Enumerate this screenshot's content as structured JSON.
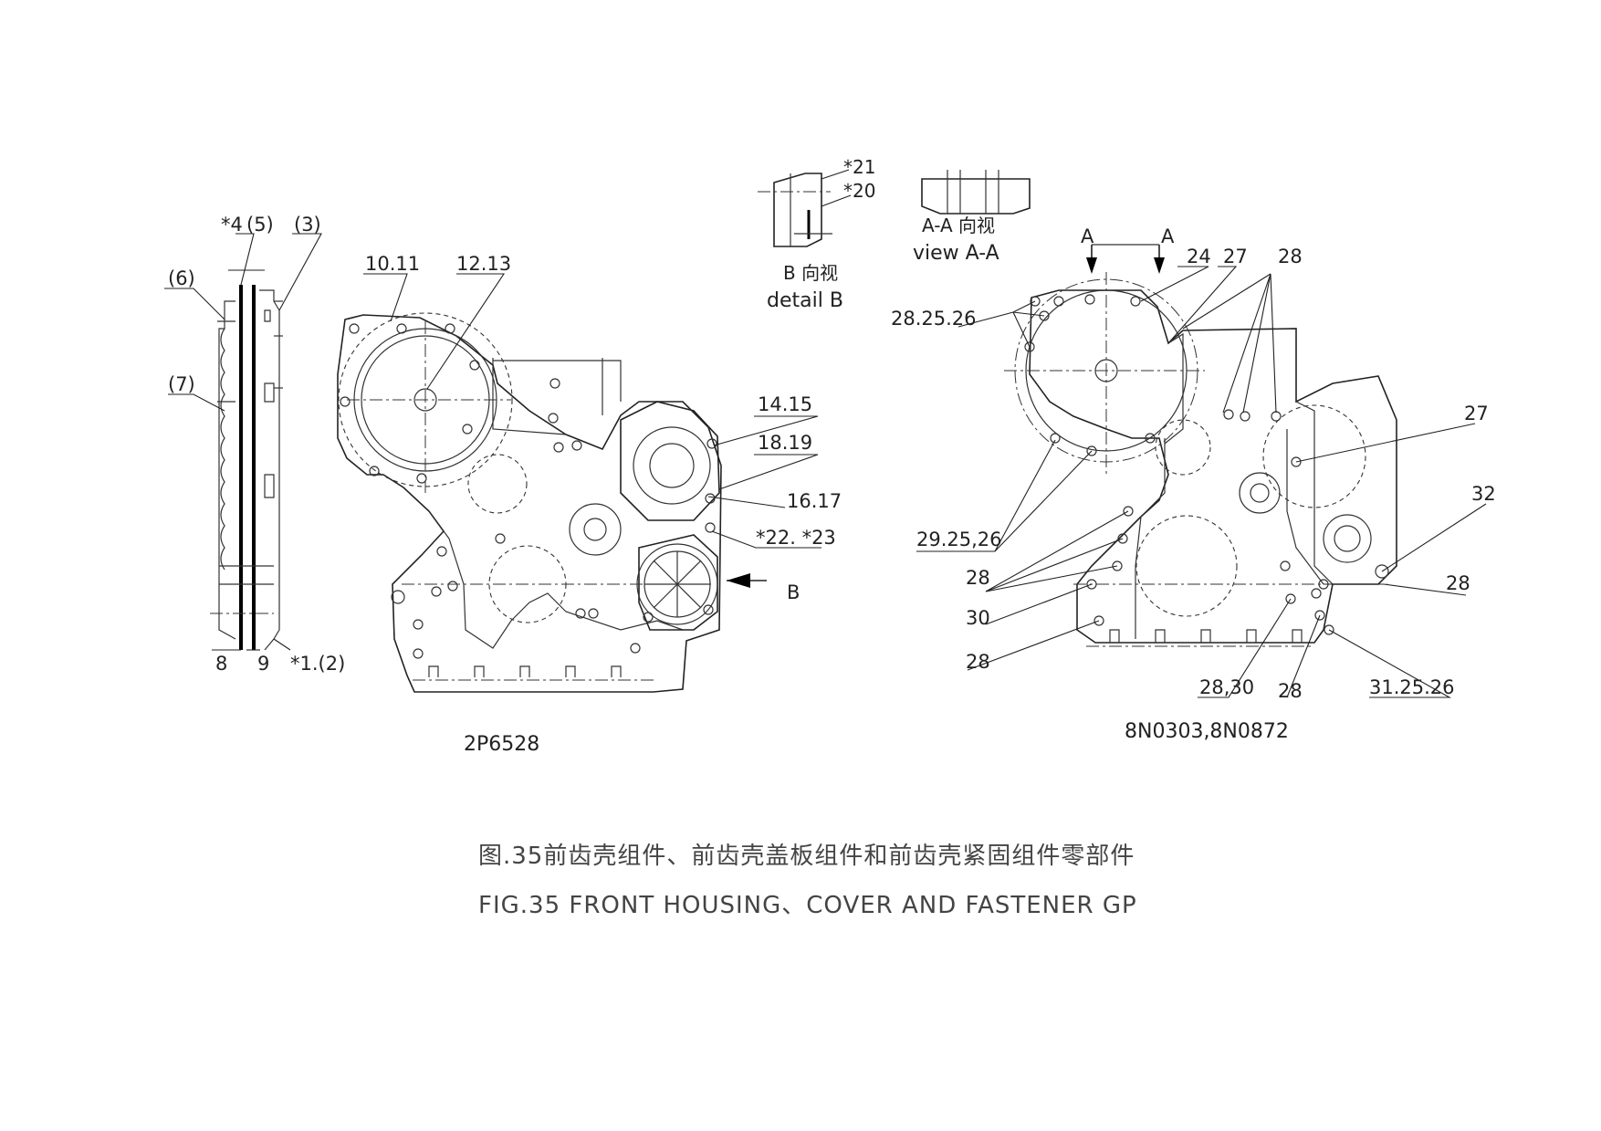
{
  "side_view": {
    "labels": {
      "star4": "*4",
      "p5": "(5)",
      "p3": "(3)",
      "p6": "(6)",
      "p7": "(7)",
      "n8": "8",
      "n9": "9",
      "star1_2": "*1.(2)"
    }
  },
  "front_view": {
    "labels": {
      "l10_11": "10.11",
      "l12_13": "12.13",
      "l14_15": "14.15",
      "l18_19": "18.19",
      "l16_17": "16.17",
      "l22_23": "*22. *23",
      "arrow_b": "B"
    },
    "part_number": "2P6528"
  },
  "detail_b": {
    "label_21": "*21",
    "label_20": "*20",
    "title_cn": "B 向视",
    "title_en": "detail  B"
  },
  "view_aa": {
    "title_cn": "A-A 向视",
    "title_en": "view  A-A"
  },
  "rear_view": {
    "labels": {
      "a_left": "A",
      "a_right": "A",
      "l24": "24",
      "l27_top": "27",
      "l28_top": "28",
      "l28_25_26": "28.25.26",
      "l27_right": "27",
      "l32": "32",
      "l29_25_26": "29.25,26",
      "l28_left": "28",
      "l30": "30",
      "l28_bottom_left": "28",
      "l28_right": "28",
      "l28_30": "28,30",
      "l28_bottom": "28",
      "l31_25_26": "31.25.26"
    },
    "part_number": "8N0303,8N0872"
  },
  "caption": {
    "title_cn": "图.35前齿壳组件、前齿壳盖板组件和前齿壳紧固组件零部件",
    "title_en": "FIG.35   FRONT HOUSING、COVER AND FASTENER GP"
  }
}
